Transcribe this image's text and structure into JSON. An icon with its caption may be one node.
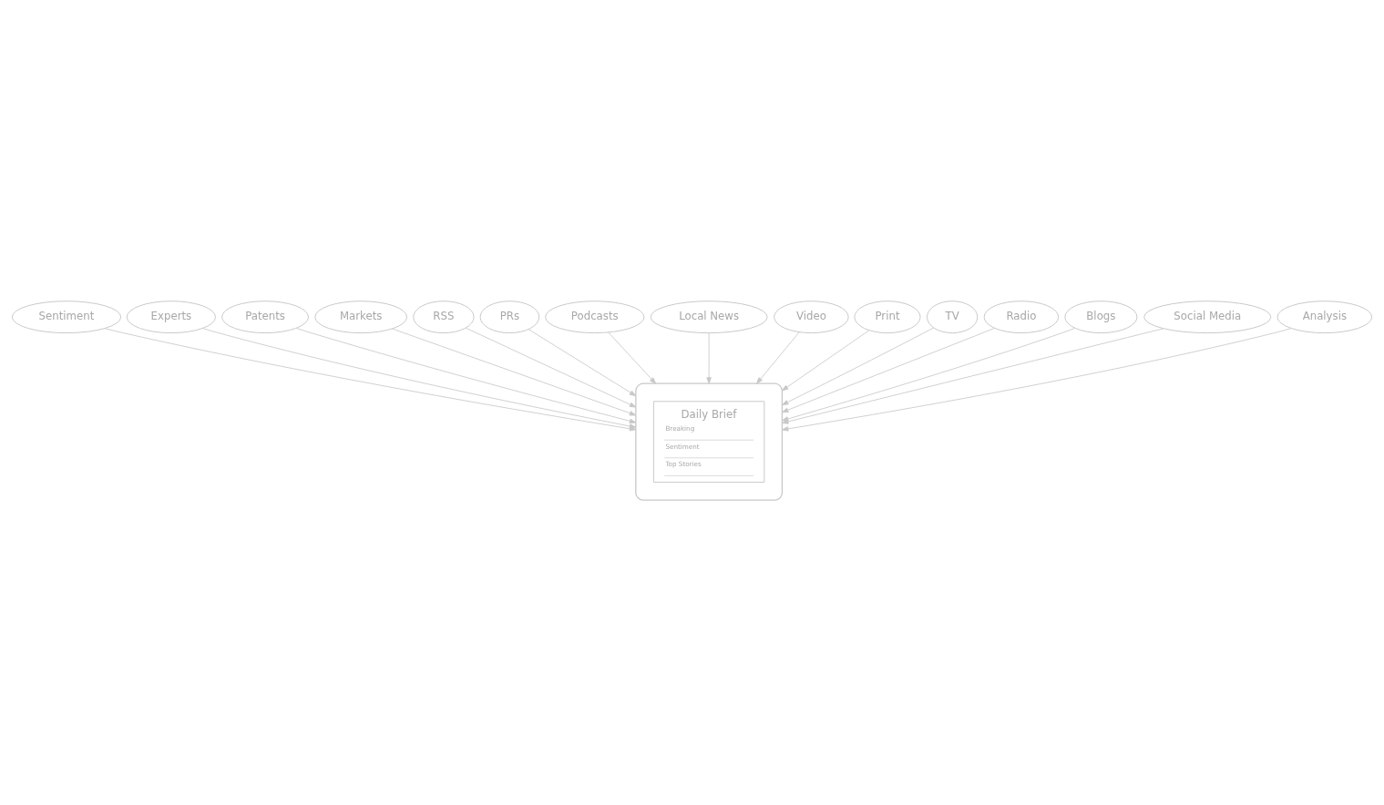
{
  "diagram": {
    "nodes": [
      {
        "text": [],
        "shape": "laptop"
      },
      {
        "text": [
          "Daily Brief",
          "Breaking",
          "Sentiment",
          "Top Stories"
        ],
        "in": 0
      },
      {
        "text": [
          "Sentiment"
        ]
      },
      {
        "text": [
          "Experts"
        ]
      },
      {
        "text": [
          "Patents"
        ]
      },
      {
        "text": [
          "Markets"
        ]
      },
      {
        "text": [
          "RSS"
        ]
      },
      {
        "text": [
          "PRs"
        ]
      },
      {
        "text": [
          "Podcasts"
        ]
      },
      {
        "text": [
          "Local News"
        ]
      },
      {
        "text": [
          "Video"
        ]
      },
      {
        "text": [
          "Print"
        ]
      },
      {
        "text": [
          "TV"
        ]
      },
      {
        "text": [
          "Radio"
        ]
      },
      {
        "text": [
          "Blogs"
        ]
      },
      {
        "text": [
          "Social Media"
        ]
      },
      {
        "text": [
          "Analysis"
        ]
      }
    ],
    "edges": [
      {
        "from": 9,
        "to": 0,
        "arrow": "to"
      },
      {
        "from": 15,
        "to": 0,
        "arrow": "to"
      },
      {
        "from": 12,
        "to": 0,
        "arrow": "to"
      },
      {
        "from": 11,
        "to": 0,
        "arrow": "to"
      },
      {
        "from": 5,
        "to": 0,
        "arrow": "to"
      },
      {
        "from": 2,
        "to": 0,
        "arrow": "to"
      },
      {
        "from": 6,
        "to": 0,
        "arrow": "to"
      },
      {
        "from": 3,
        "to": 0,
        "arrow": "to"
      },
      {
        "from": 7,
        "to": 0,
        "arrow": "to"
      },
      {
        "from": 4,
        "to": 0,
        "arrow": "to"
      },
      {
        "from": 10,
        "to": 0,
        "arrow": "to"
      },
      {
        "from": 8,
        "to": 0,
        "arrow": "to"
      },
      {
        "from": 14,
        "to": 0,
        "arrow": "to"
      },
      {
        "from": 13,
        "to": 0,
        "arrow": "to"
      },
      {
        "from": 16,
        "to": 0,
        "arrow": "to"
      }
    ]
  }
}
